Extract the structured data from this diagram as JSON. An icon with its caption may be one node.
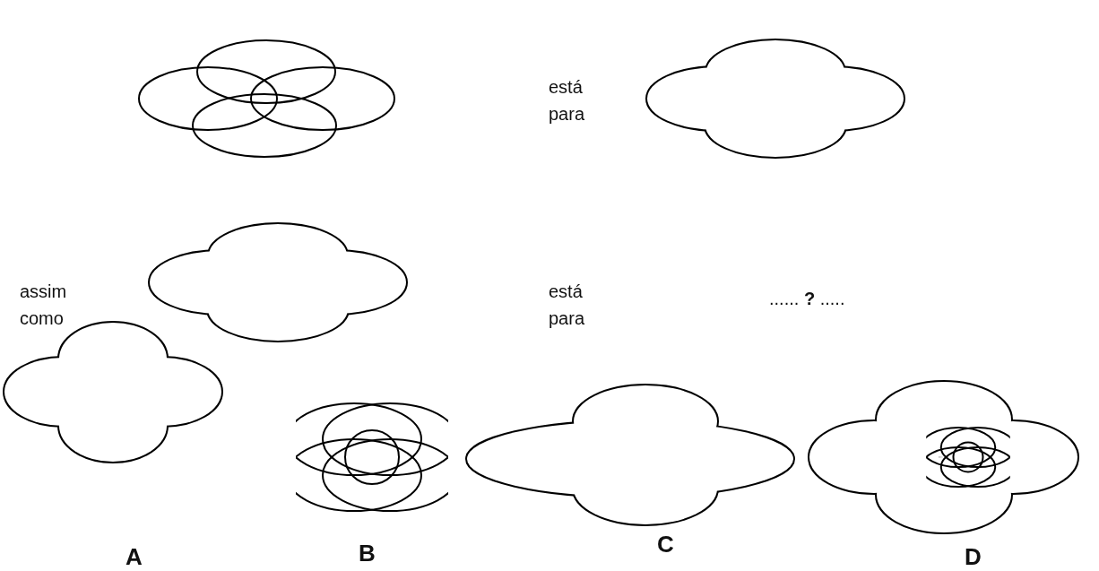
{
  "diagram": {
    "labels": [
      "está para",
      "assim como",
      "está para",
      "...... **?** .....",
      "A",
      "B",
      "C",
      "D"
    ]
  }
}
